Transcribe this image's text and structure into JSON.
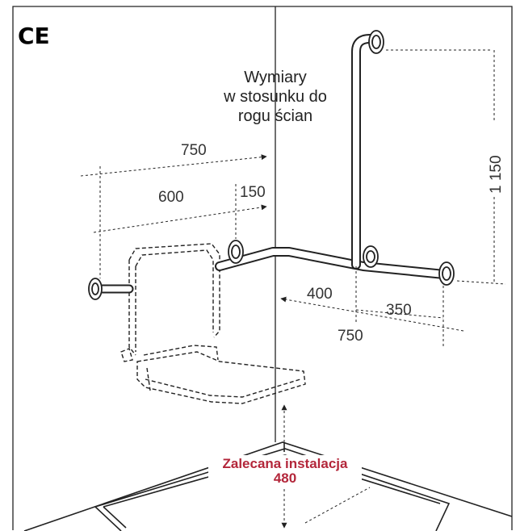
{
  "ce_mark": "CE",
  "caption": {
    "line1": "Wymiary",
    "line2": "w stosunku do",
    "line3": "rogu ścian"
  },
  "dimensions": {
    "d750_top": "750",
    "d600": "600",
    "d150": "150",
    "d1150": "1 150",
    "d400": "400",
    "d350": "350",
    "d750_bottom": "750"
  },
  "recommendation": {
    "line1": "Zalecana instalacja",
    "line2": "480"
  },
  "colors": {
    "accent": "#b3263a",
    "line": "#222222"
  }
}
